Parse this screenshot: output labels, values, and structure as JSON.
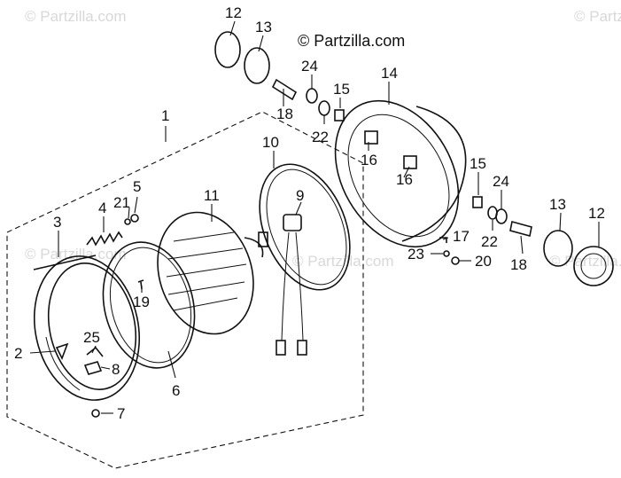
{
  "copyright": "© Partzilla.com",
  "watermark": "© Partzilla.com",
  "callouts": [
    "1",
    "2",
    "3",
    "4",
    "5",
    "6",
    "7",
    "8",
    "9",
    "10",
    "11",
    "12",
    "13",
    "14",
    "15",
    "16",
    "16",
    "17",
    "18",
    "19",
    "20",
    "21",
    "22",
    "23",
    "24",
    "25",
    "12",
    "13",
    "15",
    "18",
    "22",
    "24"
  ]
}
